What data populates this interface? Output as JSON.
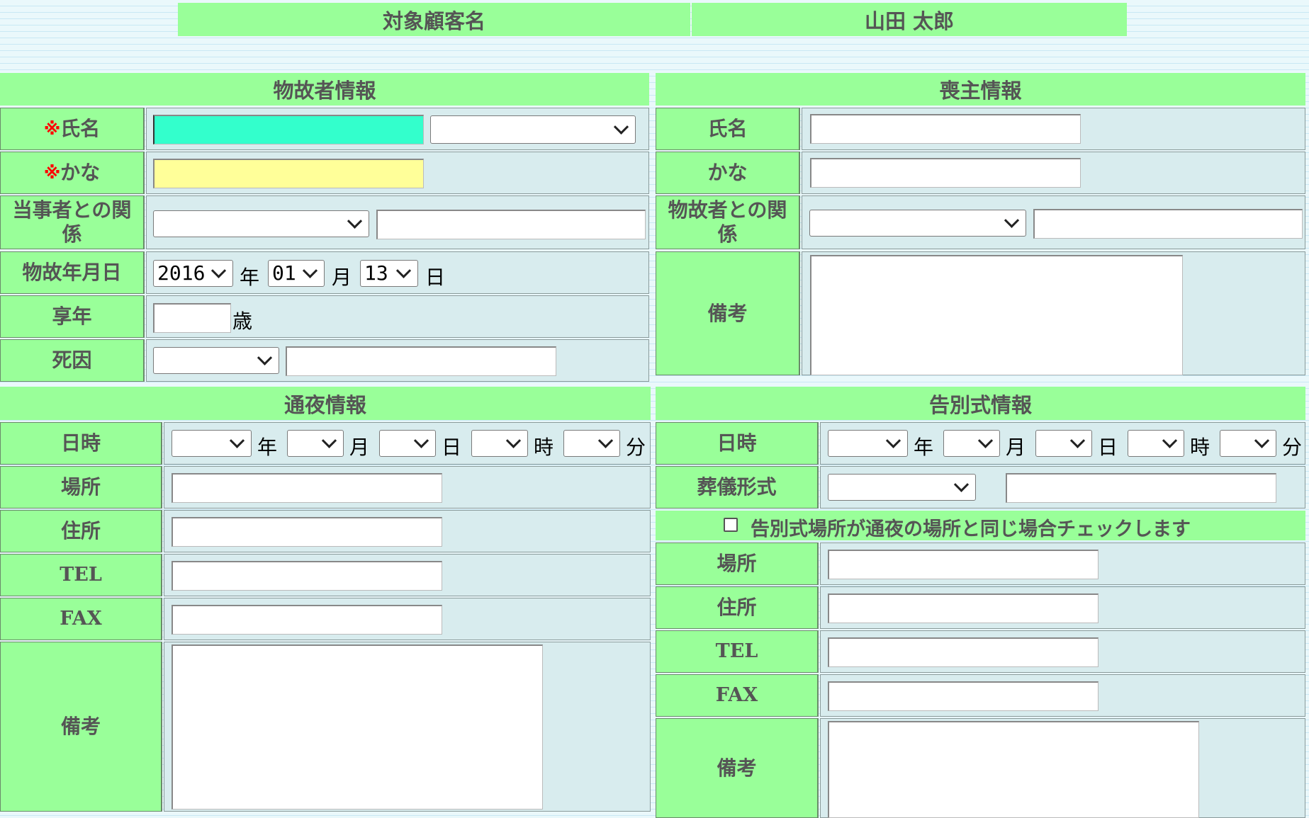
{
  "customer": {
    "label": "対象顧客名",
    "name": "山田 太郎"
  },
  "deceased": {
    "header": "物故者情報",
    "required_mark": "※",
    "name_label": "氏名",
    "kana_label": "かな",
    "relation_label": "当事者との関係",
    "date_label": "物故年月日",
    "date": {
      "year": "2016",
      "month": "01",
      "day": "13"
    },
    "age_label": "享年",
    "cause_label": "死因"
  },
  "mourner": {
    "header": "喪主情報",
    "name_label": "氏名",
    "kana_label": "かな",
    "relation_label": "物故者との関係",
    "notes_label": "備考"
  },
  "wake": {
    "header": "通夜情報",
    "datetime_label": "日時",
    "place_label": "場所",
    "address_label": "住所",
    "tel_label": "TEL",
    "fax_label": "FAX",
    "notes_label": "備考"
  },
  "funeral": {
    "header": "告別式情報",
    "datetime_label": "日時",
    "style_label": "葬儀形式",
    "same_place_checkbox": "告別式場所が通夜の場所と同じ場合チェックします",
    "place_label": "場所",
    "address_label": "住所",
    "tel_label": "TEL",
    "fax_label": "FAX",
    "notes_label": "備考"
  },
  "units": {
    "year": "年",
    "month": "月",
    "day": "日",
    "hour": "時",
    "minute": "分",
    "age": "歳"
  },
  "colors": {
    "label_bg": "#99ff99",
    "value_bg": "#d8ecee",
    "required": "#ff0000",
    "focused_input": "#33ffcc",
    "kana_input": "#ffff99"
  }
}
